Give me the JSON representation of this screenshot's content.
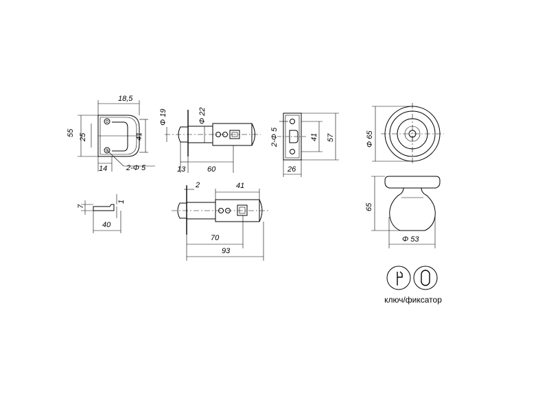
{
  "dimensions": {
    "strike_width": "18,5",
    "strike_height": "55",
    "strike_inner_height": "41",
    "strike_offset": "25",
    "strike_base": "14",
    "strike_holes": "2-Φ 5",
    "latch_dia_a": "Φ 19",
    "latch_dia_b": "Φ 22",
    "latch_face": "13",
    "latch_length": "60",
    "plate_holes": "2-Φ 5",
    "plate_inner": "41",
    "plate_height": "57",
    "plate_width": "26",
    "rosette_dia": "Φ 65",
    "knob_height": "65",
    "knob_dia": "Φ 53",
    "side_small": "7",
    "side_one": "1",
    "side_width": "40",
    "long_face": "2",
    "long_inner": "41",
    "long_backset": "70",
    "long_total": "93"
  },
  "caption": "ключ/фиксатор",
  "icons": [
    "key-slot-icon",
    "thumb-turn-icon"
  ]
}
